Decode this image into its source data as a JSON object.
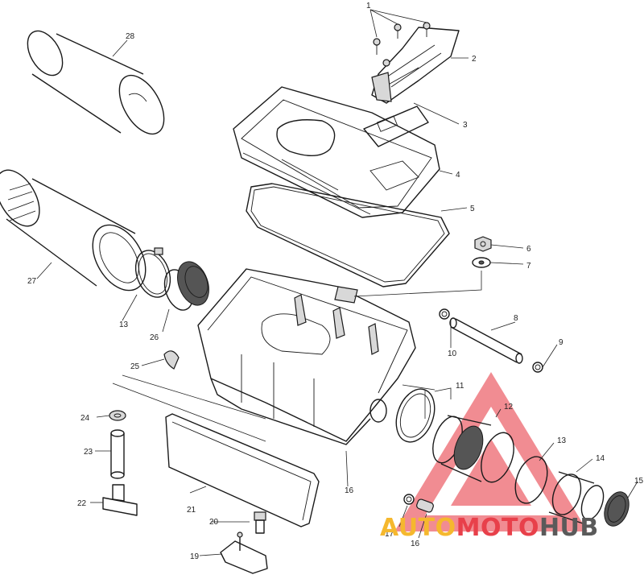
{
  "callouts": {
    "c1": "1",
    "c2": "2",
    "c3": "3",
    "c4": "4",
    "c5": "5",
    "c6": "6",
    "c7": "7",
    "c8": "8",
    "c9": "9",
    "c10": "10",
    "c11": "11",
    "c12": "12",
    "c13a": "13",
    "c13b": "13",
    "c14": "14",
    "c15": "15",
    "c16a": "16",
    "c16b": "16",
    "c17": "17",
    "c19": "19",
    "c20": "20",
    "c21": "21",
    "c22": "22",
    "c23": "23",
    "c24": "24",
    "c25": "25",
    "c26": "26",
    "c27": "27",
    "c28": "28"
  },
  "watermark": {
    "part1": "AUTO",
    "part2": "MOTO",
    "part3": "HUB",
    "colors": {
      "yellow": "#f5b82e",
      "red": "#e8404a",
      "gray": "#5a5a5a"
    }
  }
}
